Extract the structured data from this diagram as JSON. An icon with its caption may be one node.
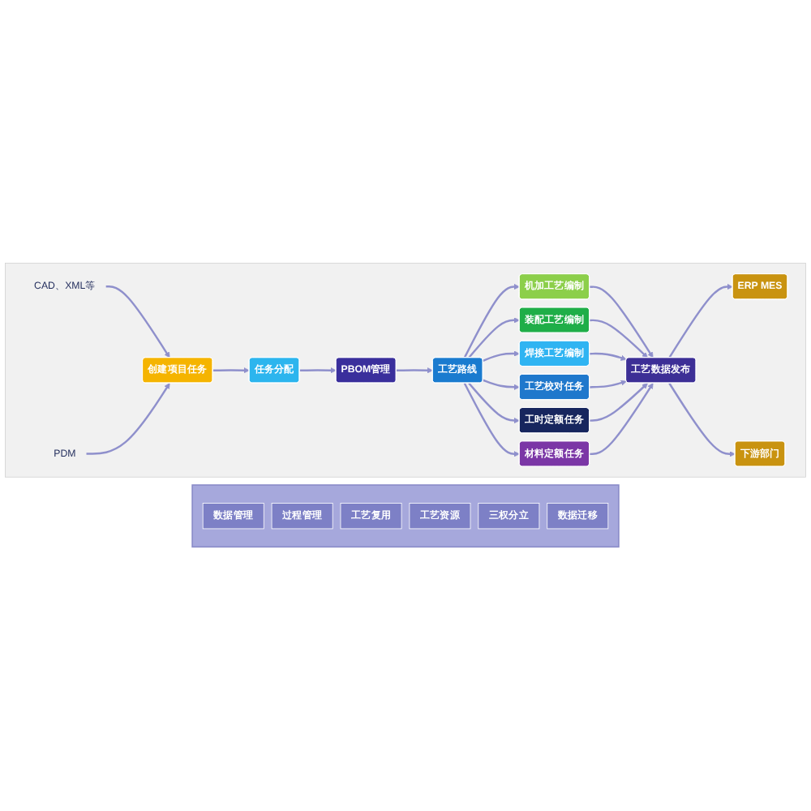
{
  "diagram": {
    "nodes": [
      {
        "text": [],
        "shape": "box"
      },
      {
        "text": [
          "CAD、XML等"
        ],
        "in": 0
      },
      {
        "text": [
          "创建项目任务"
        ],
        "in": 0
      },
      {
        "text": [
          "PDM"
        ],
        "in": 0
      },
      {
        "text": [
          "任务分配"
        ],
        "in": 0
      },
      {
        "text": [
          "PBOM管理"
        ],
        "in": 0
      },
      {
        "text": [
          "工艺路线"
        ],
        "in": 0
      },
      {
        "text": [
          "机加工艺编制"
        ],
        "in": 0
      },
      {
        "text": [
          "装配工艺编制"
        ],
        "in": 0
      },
      {
        "text": [
          "焊接工艺编制"
        ],
        "in": 0
      },
      {
        "text": [
          "工艺校对任务"
        ],
        "in": 0
      },
      {
        "text": [
          "工时定额任务"
        ],
        "in": 0
      },
      {
        "text": [
          "材料定额任务"
        ],
        "in": 0
      },
      {
        "text": [
          "工艺数据发布"
        ],
        "in": 0
      },
      {
        "text": [
          "ERP MES"
        ],
        "in": 0
      },
      {
        "text": [
          "下游部门"
        ],
        "in": 0
      },
      {
        "text": [],
        "shape": "bar"
      },
      {
        "text": [
          "数据管理"
        ],
        "in": 16
      },
      {
        "text": [
          "过程管理"
        ],
        "in": 16
      },
      {
        "text": [
          "工艺复用"
        ],
        "in": 16
      },
      {
        "text": [
          "工艺资源"
        ],
        "in": 16
      },
      {
        "text": [
          "三权分立"
        ],
        "in": 16
      },
      {
        "text": [
          "数据迁移"
        ],
        "in": 16
      }
    ],
    "edges": [
      {
        "from": 1,
        "to": 2,
        "arrow": "to"
      },
      {
        "from": 3,
        "to": 2,
        "arrow": "to"
      },
      {
        "from": 2,
        "to": 4,
        "arrow": "to"
      },
      {
        "from": 4,
        "to": 5,
        "arrow": "to"
      },
      {
        "from": 5,
        "to": 6,
        "arrow": "to"
      },
      {
        "from": 6,
        "to": 7,
        "arrow": "to"
      },
      {
        "from": 6,
        "to": 8,
        "arrow": "to"
      },
      {
        "from": 6,
        "to": 9,
        "arrow": "to"
      },
      {
        "from": 6,
        "to": 10,
        "arrow": "to"
      },
      {
        "from": 6,
        "to": 11,
        "arrow": "to"
      },
      {
        "from": 6,
        "to": 12,
        "arrow": "to"
      },
      {
        "from": 7,
        "to": 13,
        "arrow": "to"
      },
      {
        "from": 8,
        "to": 13,
        "arrow": "to"
      },
      {
        "from": 9,
        "to": 13,
        "arrow": "to"
      },
      {
        "from": 10,
        "to": 13,
        "arrow": "to"
      },
      {
        "from": 11,
        "to": 13,
        "arrow": "to"
      },
      {
        "from": 12,
        "to": 13,
        "arrow": "to"
      },
      {
        "from": 13,
        "to": 14,
        "arrow": "to"
      },
      {
        "from": 13,
        "to": 15,
        "arrow": "to"
      }
    ]
  }
}
